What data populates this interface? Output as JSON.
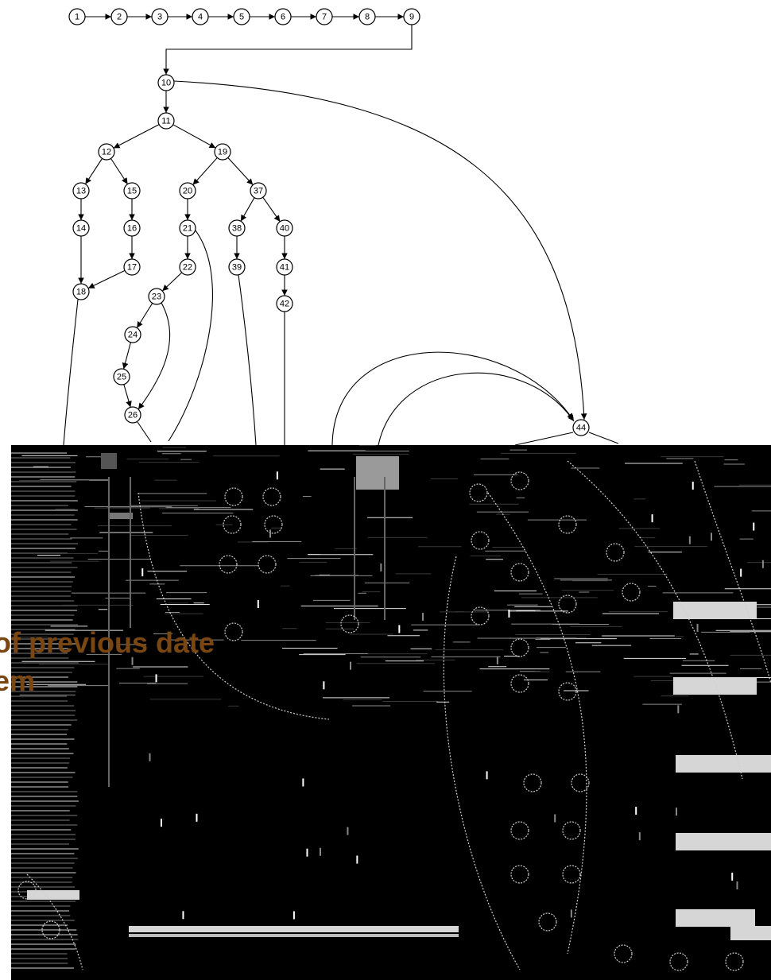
{
  "diagram": {
    "nodes": [
      {
        "id": "1",
        "label": "1"
      },
      {
        "id": "2",
        "label": "2"
      },
      {
        "id": "3",
        "label": "3"
      },
      {
        "id": "4",
        "label": "4"
      },
      {
        "id": "5",
        "label": "5"
      },
      {
        "id": "6",
        "label": "6"
      },
      {
        "id": "7",
        "label": "7"
      },
      {
        "id": "8",
        "label": "8"
      },
      {
        "id": "9",
        "label": "9"
      },
      {
        "id": "10",
        "label": "10"
      },
      {
        "id": "11",
        "label": "11"
      },
      {
        "id": "12",
        "label": "12"
      },
      {
        "id": "13",
        "label": "13"
      },
      {
        "id": "14",
        "label": "14"
      },
      {
        "id": "15",
        "label": "15"
      },
      {
        "id": "16",
        "label": "16"
      },
      {
        "id": "17",
        "label": "17"
      },
      {
        "id": "18",
        "label": "18"
      },
      {
        "id": "19",
        "label": "19"
      },
      {
        "id": "20",
        "label": "20"
      },
      {
        "id": "21",
        "label": "21"
      },
      {
        "id": "22",
        "label": "22"
      },
      {
        "id": "23",
        "label": "23"
      },
      {
        "id": "24",
        "label": "24"
      },
      {
        "id": "25",
        "label": "25"
      },
      {
        "id": "26",
        "label": "26"
      },
      {
        "id": "37",
        "label": "37"
      },
      {
        "id": "38",
        "label": "38"
      },
      {
        "id": "39",
        "label": "39"
      },
      {
        "id": "40",
        "label": "40"
      },
      {
        "id": "41",
        "label": "41"
      },
      {
        "id": "42",
        "label": "42"
      },
      {
        "id": "44",
        "label": "44"
      }
    ],
    "edges": [
      [
        "1",
        "2"
      ],
      [
        "2",
        "3"
      ],
      [
        "3",
        "4"
      ],
      [
        "4",
        "5"
      ],
      [
        "5",
        "6"
      ],
      [
        "6",
        "7"
      ],
      [
        "7",
        "8"
      ],
      [
        "8",
        "9"
      ],
      [
        "9",
        "10"
      ],
      [
        "10",
        "11"
      ],
      [
        "10",
        "44"
      ],
      [
        "11",
        "12"
      ],
      [
        "11",
        "19"
      ],
      [
        "12",
        "13"
      ],
      [
        "12",
        "15"
      ],
      [
        "13",
        "14"
      ],
      [
        "14",
        "18"
      ],
      [
        "15",
        "16"
      ],
      [
        "16",
        "17"
      ],
      [
        "17",
        "18"
      ],
      [
        "19",
        "20"
      ],
      [
        "19",
        "37"
      ],
      [
        "20",
        "21"
      ],
      [
        "21",
        "22"
      ],
      [
        "22",
        "23"
      ],
      [
        "23",
        "24"
      ],
      [
        "24",
        "25"
      ],
      [
        "25",
        "26"
      ],
      [
        "23",
        "26"
      ],
      [
        "37",
        "38"
      ],
      [
        "37",
        "40"
      ],
      [
        "38",
        "39"
      ],
      [
        "40",
        "41"
      ],
      [
        "41",
        "42"
      ]
    ]
  },
  "caption": {
    "line1": "of previous date",
    "line2": "em"
  }
}
